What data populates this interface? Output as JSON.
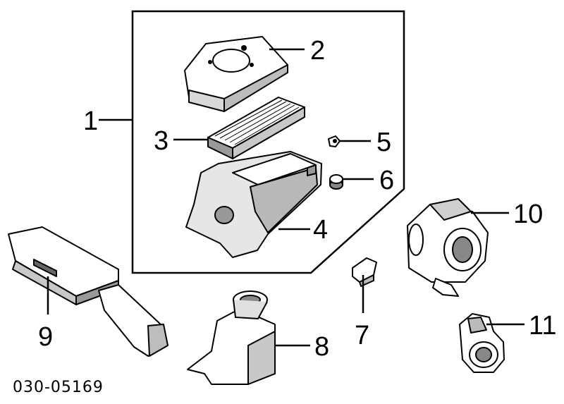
{
  "diagram": {
    "reference_code": "030-05169",
    "callouts": {
      "c1": "1",
      "c2": "2",
      "c3": "3",
      "c4": "4",
      "c5": "5",
      "c6": "6",
      "c7": "7",
      "c8": "8",
      "c9": "9",
      "c10": "10",
      "c11": "11"
    }
  },
  "colors": {
    "ink": "#000000",
    "part_fill": "#ffffff",
    "shade": "#c8c8c8",
    "dark": "#555555"
  }
}
